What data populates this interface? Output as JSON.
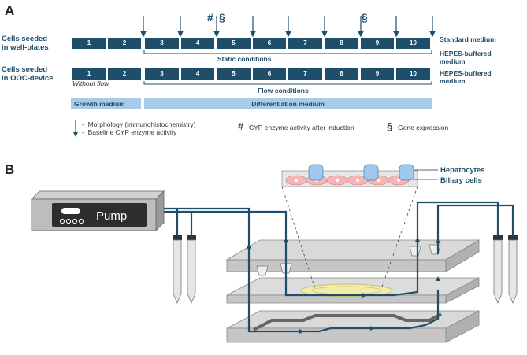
{
  "panel_a": {
    "letter": "A",
    "row1_label": [
      "Cells seeded",
      "in well-plates"
    ],
    "row2_label": [
      "Cells seeded",
      "in OOC-device"
    ],
    "days": [
      "1",
      "2",
      "3",
      "4",
      "5",
      "6",
      "7",
      "8",
      "9",
      "10"
    ],
    "static_label": "Static conditions",
    "flow_label": "Flow conditions",
    "without_flow": "Without flow",
    "standard_medium": "Standard medium",
    "hepes_medium_1": [
      "HEPES-buffered",
      "medium"
    ],
    "hepes_medium_2": [
      "HEPES-buffered",
      "medium"
    ],
    "growth_medium": "Growth medium",
    "differentiation_medium": "Differentiation medium",
    "markers": {
      "hash": "#",
      "section": "§"
    },
    "legend": {
      "arrow_items": [
        "Morphology (immunohistochemistry)",
        "Baseline CYP enzyme activity"
      ],
      "arrow_dash": "-",
      "hash_text": "CYP enzyme activity after induction",
      "section_text": "Gene expression"
    },
    "colors": {
      "dark": "#1f4e6b",
      "light": "#a7cbe8"
    }
  },
  "panel_b": {
    "letter": "B",
    "pump_label": "Pump",
    "hepatocytes": "Hepatocytes",
    "biliary_cells": "Biliary cells"
  }
}
